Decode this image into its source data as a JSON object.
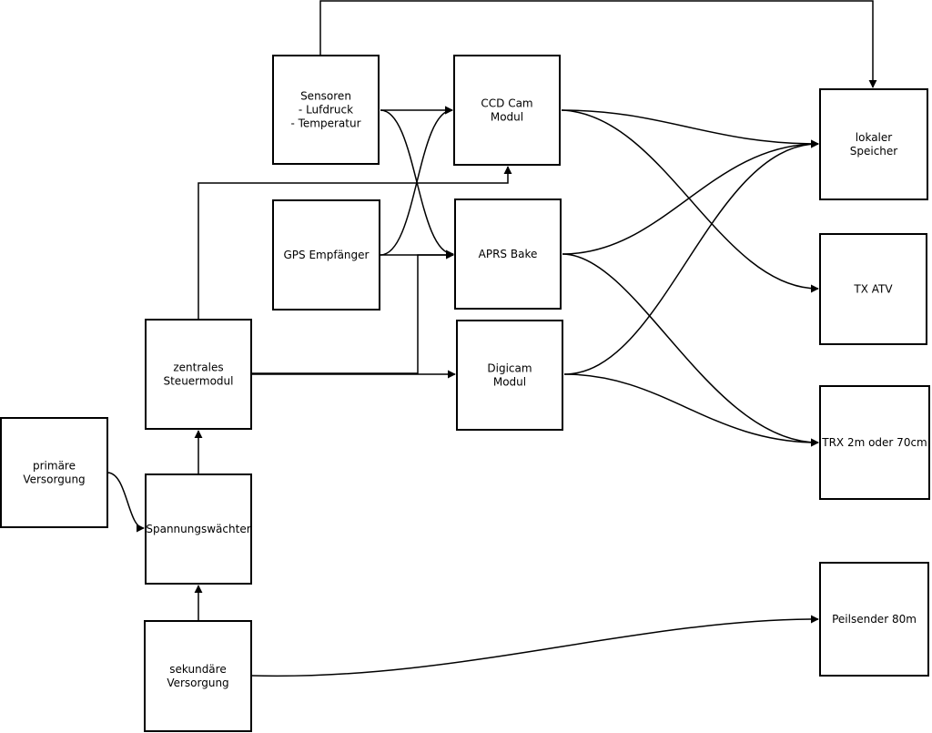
{
  "diagram": {
    "nodes": [
      {
        "id": "sensoren",
        "lines": [
          "Sensoren",
          "- Lufdruck",
          "- Temperatur"
        ]
      },
      {
        "id": "ccd",
        "lines": [
          "CCD Cam",
          "Modul"
        ]
      },
      {
        "id": "lokal",
        "lines": [
          "lokaler",
          "Speicher"
        ]
      },
      {
        "id": "gps",
        "lines": [
          "GPS Empfänger"
        ]
      },
      {
        "id": "aprs",
        "lines": [
          "APRS Bake"
        ]
      },
      {
        "id": "txatv",
        "lines": [
          "TX ATV"
        ]
      },
      {
        "id": "zentral",
        "lines": [
          "zentrales",
          "Steuermodul"
        ]
      },
      {
        "id": "digicam",
        "lines": [
          "Digicam",
          "Modul"
        ]
      },
      {
        "id": "trx",
        "lines": [
          "TRX 2m oder 70cm"
        ]
      },
      {
        "id": "primaer",
        "lines": [
          "primäre",
          "Versorgung"
        ]
      },
      {
        "id": "spannung",
        "lines": [
          "Spannungswächter"
        ]
      },
      {
        "id": "peil",
        "lines": [
          "Peilsender 80m"
        ]
      },
      {
        "id": "sekundaer",
        "lines": [
          "sekundäre",
          "Versorgung"
        ]
      }
    ],
    "edges": [
      {
        "from": "sensoren",
        "to": "lokal"
      },
      {
        "from": "sensoren",
        "to": "ccd"
      },
      {
        "from": "sensoren",
        "to": "aprs"
      },
      {
        "from": "gps",
        "to": "ccd"
      },
      {
        "from": "gps",
        "to": "aprs"
      },
      {
        "from": "zentral",
        "to": "ccd"
      },
      {
        "from": "zentral",
        "to": "aprs"
      },
      {
        "from": "zentral",
        "to": "digicam"
      },
      {
        "from": "ccd",
        "to": "lokal"
      },
      {
        "from": "ccd",
        "to": "txatv"
      },
      {
        "from": "aprs",
        "to": "lokal"
      },
      {
        "from": "aprs",
        "to": "trx"
      },
      {
        "from": "digicam",
        "to": "lokal"
      },
      {
        "from": "digicam",
        "to": "trx"
      },
      {
        "from": "primaer",
        "to": "spannung"
      },
      {
        "from": "spannung",
        "to": "zentral"
      },
      {
        "from": "sekundaer",
        "to": "spannung"
      },
      {
        "from": "sekundaer",
        "to": "peil"
      }
    ]
  }
}
